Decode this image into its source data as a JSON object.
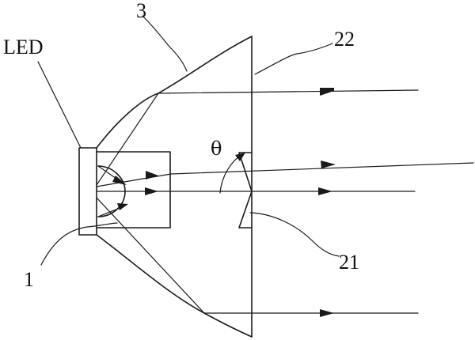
{
  "labels": {
    "led": "LED",
    "part_3": "3",
    "part_22": "22",
    "part_21": "21",
    "part_1": "1",
    "angle": "θ"
  },
  "colors": {
    "line": "#1a1a1a",
    "background": "#ffffff"
  }
}
